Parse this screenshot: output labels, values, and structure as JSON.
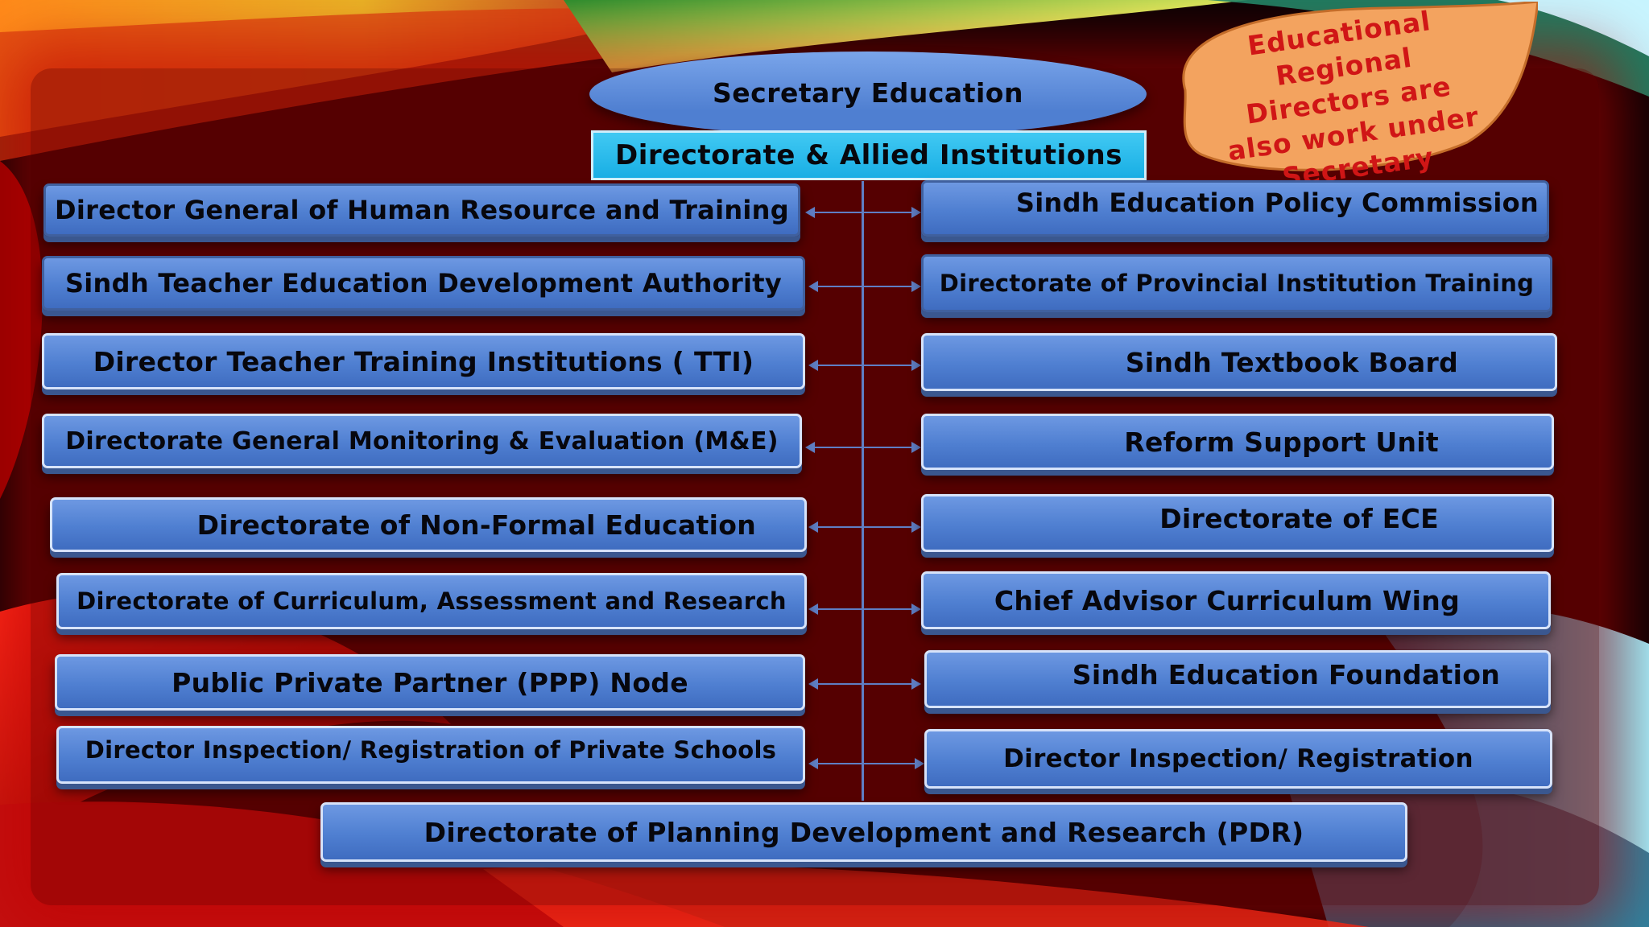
{
  "header": {
    "title": "Secretary Education",
    "subtitle": "Directorate & Allied Institutions"
  },
  "callout": {
    "lines": [
      "Educational",
      "Regional",
      "Directors are",
      "also work under",
      "Secretary"
    ]
  },
  "left_boxes": [
    "Director General of Human Resource and Training",
    "Sindh Teacher Education Development Authority",
    "Director Teacher Training Institutions ( TTI)",
    "Directorate General Monitoring & Evaluation (M&E)",
    "Directorate of Non-Formal Education",
    "Directorate of Curriculum, Assessment and Research",
    "Public Private Partner (PPP) Node",
    "Director Inspection/ Registration of Private Schools"
  ],
  "right_boxes": [
    "Sindh Education Policy Commission",
    "Directorate of Provincial Institution Training",
    "Sindh Textbook Board",
    "Reform Support Unit",
    "Directorate of ECE",
    "Chief Advisor Curriculum Wing",
    "Sindh Education Foundation",
    "Director Inspection/ Registration"
  ],
  "bottom_box": "Directorate of Planning Development and Research (PDR)",
  "colors": {
    "box_fill": "#4f7fd1",
    "sub_header_fill": "#18aee4",
    "callout_fill": "#f3a35f",
    "callout_text": "#d01616",
    "frame_glow": "#be0000"
  }
}
